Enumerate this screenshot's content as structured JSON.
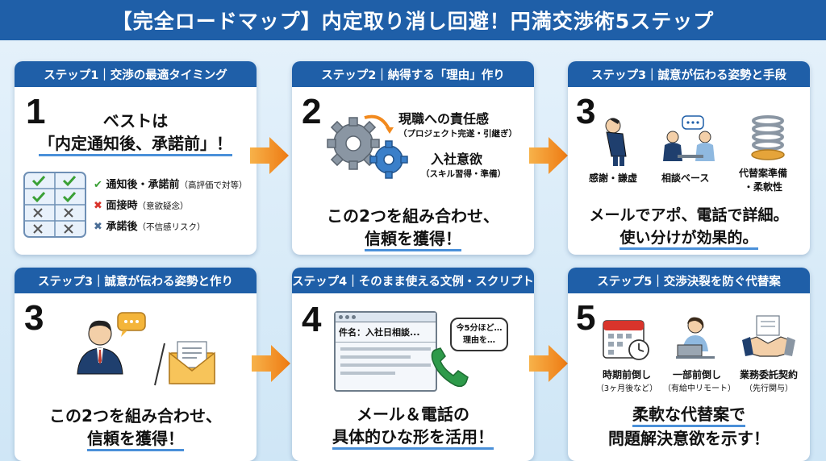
{
  "title": "【完全ロードマップ】内定取り消し回避！円満交渉術5ステップ",
  "cards": [
    {
      "header": "ステップ1｜交渉の最適タイミング",
      "number": "1",
      "main_line1": "ベストは",
      "main_line2": "「内定通知後、承諾前」！",
      "items": [
        {
          "label": "通知後・承諾前",
          "note": "（高評価で対等）",
          "icon": "check-icon"
        },
        {
          "label": "面接時",
          "note": "（意欲疑念）",
          "icon": "cross-icon"
        },
        {
          "label": "承諾後",
          "note": "（不信感リスク）",
          "icon": "cross-icon"
        }
      ]
    },
    {
      "header": "ステップ2｜納得する「理由」作り",
      "number": "2",
      "reason1": "現職への責任感",
      "reason1_note": "（プロジェクト完遂・引継ぎ）",
      "reason2": "入社意欲",
      "reason2_note": "（スキル習得・準備）",
      "bottom_line1": "この2つを組み合わせ、",
      "bottom_line2": "信頼を獲得！"
    },
    {
      "header": "ステップ3｜誠意が伝わる姿勢と手段",
      "number": "3",
      "icons": [
        {
          "label": "感謝・謙虚"
        },
        {
          "label": "相談ベース"
        },
        {
          "label": "代替案準備",
          "label2": "・柔軟性"
        }
      ],
      "bottom_line1": "メールでアポ、電話で詳細。",
      "bottom_line2": "使い分けが効果的。"
    },
    {
      "header": "ステップ3｜誠意が伝わる姿勢と作り",
      "number": "3",
      "bottom_line1": "この2つを組み合わせ、",
      "bottom_line2": "信頼を獲得！"
    },
    {
      "header": "ステップ4｜そのまま使える文例・スクリプト",
      "number": "4",
      "email_subject": "件名：入社日相談...",
      "speech": "今5分ほど…",
      "speech2": "理由を…",
      "bottom_line1": "メール＆電話の",
      "bottom_line2": "具体的ひな形を活用！"
    },
    {
      "header": "ステップ5｜交渉決裂を防ぐ代替案",
      "number": "5",
      "options": [
        {
          "label": "時期前倒し",
          "note": "（3ヶ月後など）"
        },
        {
          "label": "一部前倒し",
          "note": "（有給中リモート）"
        },
        {
          "label": "業務委託契約",
          "note": "（先行関与）"
        }
      ],
      "bottom_line1": "柔軟な代替案で",
      "bottom_line2": "問題解決意欲を示す！"
    }
  ],
  "colors": {
    "header_blue": "#1f5fa8",
    "arrow_orange": "#f28a1e",
    "underline_blue": "#4a90d9",
    "check_green": "#3aa035",
    "cross_red": "#d9342b"
  }
}
